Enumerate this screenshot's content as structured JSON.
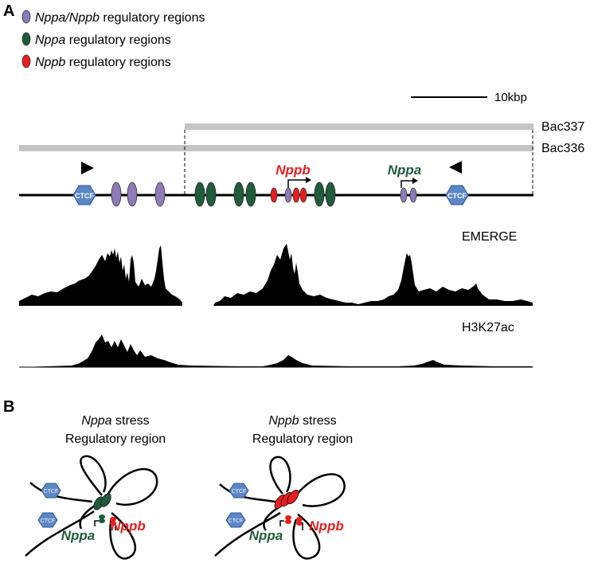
{
  "panel_labels": {
    "a": "A",
    "b": "B"
  },
  "legend": [
    {
      "italic": "Nppa/Nppb",
      "rest": " regulatory regions",
      "color": "#8e7bb8"
    },
    {
      "italic": "Nppa",
      "rest": " regulatory regions",
      "color": "#1f5c3c"
    },
    {
      "italic": "Nppb",
      "rest": " regulatory regions",
      "color": "#e61e1e"
    }
  ],
  "scale_bar": {
    "label": "10kbp"
  },
  "bacs": {
    "bac337": "Bac337",
    "bac336": "Bac336"
  },
  "genes": {
    "nppb": "Nppb",
    "nppa": "Nppa"
  },
  "ctcf": {
    "label": "CTCF"
  },
  "tracks": {
    "emerge": "EMERGE",
    "h3k27ac": "H3K27ac"
  },
  "panel_b": {
    "left": {
      "title_italic": "Nppa",
      "title_rest": " stress",
      "subtitle": "Regulatory region"
    },
    "right": {
      "title_italic": "Nppb",
      "title_rest": " stress",
      "subtitle": "Regulatory region"
    },
    "gene_nppa": "Nppa",
    "gene_nppb": "Nppb",
    "ctcf_label": "CTCF"
  },
  "colors": {
    "purple": "#8e7bb8",
    "green": "#1f5c3c",
    "red": "#e61e1e",
    "ctcf_blue": "#5b87c6",
    "bac_gray": "#c4c4c4"
  }
}
